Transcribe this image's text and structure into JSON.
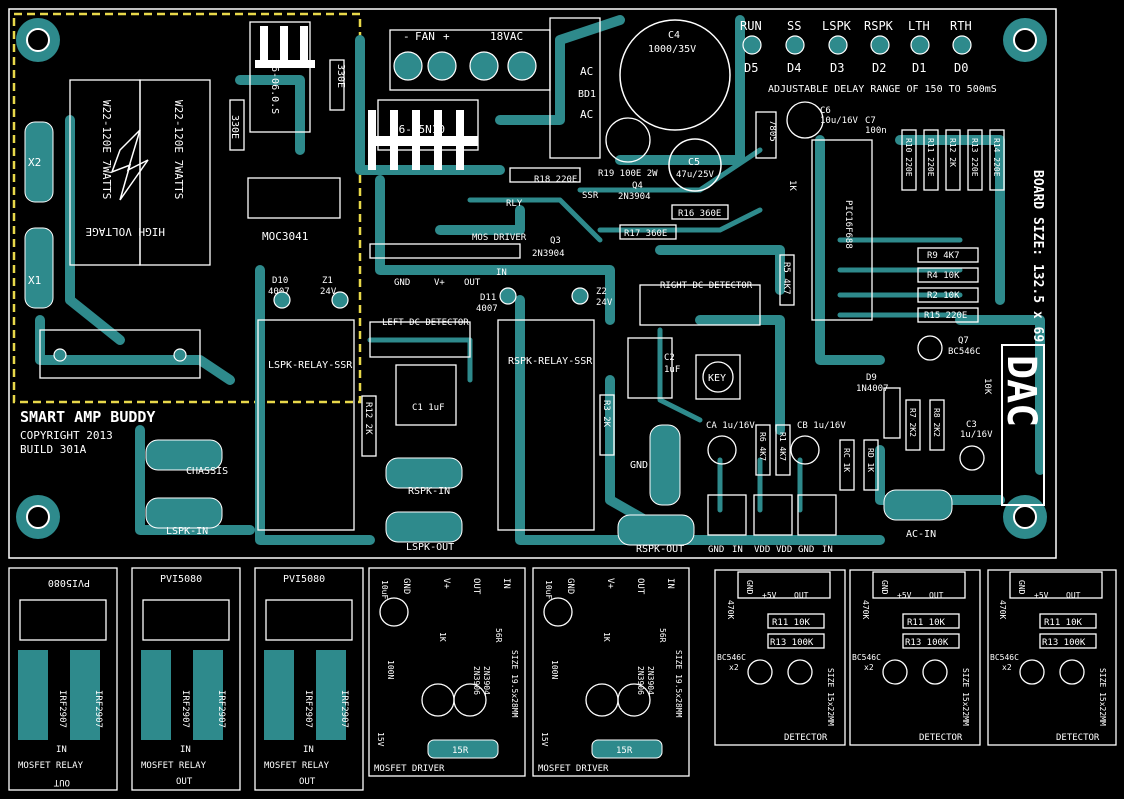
{
  "colors": {
    "background": "#000000",
    "copper": "#2e8a8c",
    "silk": "#ffffff",
    "keepout": "#e8d84a"
  },
  "main": {
    "title": "SMART AMP BUDDY",
    "copyright": "COPYRIGHT 2013",
    "build": "BUILD 301A",
    "board_size": "BOARD SIZE: 132.5 x 69",
    "delay_note": "ADJUSTABLE DELAY RANGE OF 150 TO 500mS",
    "logo": "DAC",
    "leds": [
      {
        "name": "RUN",
        "ref": "D5"
      },
      {
        "name": "SS",
        "ref": "D4"
      },
      {
        "name": "LSPK",
        "ref": "D3"
      },
      {
        "name": "RSPK",
        "ref": "D2"
      },
      {
        "name": "LTH",
        "ref": "D1"
      },
      {
        "name": "RTH",
        "ref": "D0"
      }
    ],
    "hv_warning": "HIGH VOLTAGE",
    "resistor_w22": "W22-120E 7WATTS",
    "x1": "X1",
    "x2": "X2",
    "moc": "MOC3041",
    "opto": "06-06.0.S",
    "r330a": "330E",
    "r330b": "330E",
    "fan": "FAN",
    "fan_minus": "-",
    "fan_plus": "+",
    "vac": "18VAC",
    "reg": "06-35N10",
    "c4": "C4",
    "c4_val": "1000/35V",
    "bd1": "BD1",
    "ac1": "AC",
    "ac2": "AC",
    "c5": "C5",
    "c5_val": "47u/25V",
    "c6": "C6",
    "c6_val": "10u/16V",
    "c7": "C7",
    "c7_val": "100n",
    "ic_7805": "7805",
    "r18": "R18 220E",
    "r19": "R19 100E 2W",
    "r16": "R16 360E",
    "r17": "R17 360E",
    "q4": "Q4",
    "q4_val": "2N3904",
    "q3": "Q3",
    "q3_val": "2N3904",
    "rly": "RLY",
    "ssr": "SSR",
    "mos_driver": "MOS DRIVER",
    "gnd": "GND",
    "vplus": "V+",
    "out": "OUT",
    "in": "IN",
    "d10": "D10",
    "d10_val": "4007",
    "z1": "Z1",
    "z1_val": "24V",
    "d11": "D11",
    "d11_val": "4007",
    "z2": "Z2",
    "z2_val": "24V",
    "left_dc": "LEFT DC DETECTOR",
    "right_dc": "RIGHT DC DETECTOR",
    "lspk_relay": "LSPK-RELAY-SSR",
    "rspk_relay": "RSPK-RELAY-SSR",
    "r12": "R12 2K",
    "r3": "R3 2K",
    "c1": "C1 1uF",
    "c2": "C2",
    "c2_val": "1uF",
    "key": "KEY",
    "r9": "R9 4K7",
    "r4": "R4 10K",
    "r2": "R2 10K",
    "r15": "R15 220E",
    "r10": "R10 220E",
    "r11": "R11 220E",
    "r13": "R13 220E",
    "r14": "R14 220E",
    "r5": "R5 4K7",
    "ic_mcu": "PIC16F688",
    "q7": "Q7",
    "q7_val": "BC546C",
    "d9": "D9",
    "d9_val": "1N4007",
    "r7": "R7 2K2",
    "r8": "R8 2K2",
    "r6": "R6 4K7",
    "r1": "R1 4K7",
    "rc": "RC 1K",
    "rd": "RD 1K",
    "ca": "CA 1u/16V",
    "cb": "CB 1u/16V",
    "c3": "C3",
    "c3_val": "1u/16V",
    "r1k": "1K",
    "r10k": "10K",
    "chassis": "CHASSIS",
    "lspk_in": "LSPK-IN",
    "lspk_out": "LSPK-OUT",
    "rspk_in": "RSPK-IN",
    "rspk_out": "RSPK-OUT",
    "gnd_pad": "GND",
    "ac_in": "AC-IN",
    "bottom_conn": [
      "GND",
      "IN",
      "VDD",
      "VDD",
      "GND",
      "IN"
    ]
  },
  "subs": {
    "relay": {
      "part": "PVI5080",
      "fet1": "IRF2907",
      "fet2": "IRF2907",
      "in": "IN",
      "out": "OUT",
      "title": "MOSFET RELAY"
    },
    "driver": {
      "title": "MOSFET DRIVER",
      "gnd": "GND",
      "vplus": "V+",
      "out": "OUT",
      "in": "IN",
      "r15r": "15R",
      "r56r": "56R",
      "r1k": "1K",
      "cap": "10uF",
      "c100n": "100N",
      "z15v": "15V",
      "q1": "2N3904",
      "q2": "2N3906",
      "size": "SIZE 19.5x28MM"
    },
    "detector": {
      "title": "DETECTOR",
      "gnd": "GND",
      "v5": "+5V",
      "out": "OUT",
      "r11": "R11 10K",
      "r13": "R13 100K",
      "q": "BC546C",
      "qx": "x2",
      "r470k": "470K",
      "size": "SIZE 15x22MM"
    }
  }
}
